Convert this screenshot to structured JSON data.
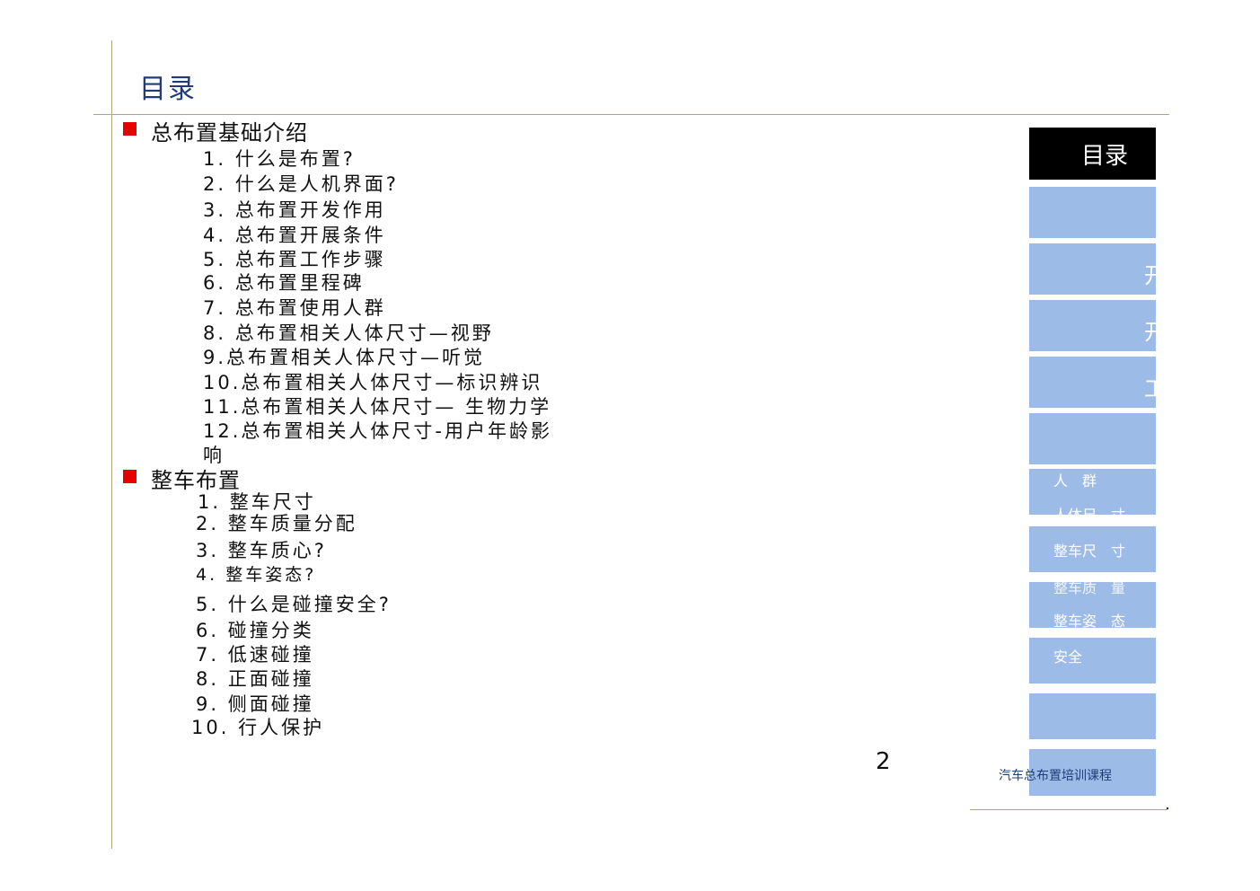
{
  "title": "目录",
  "sections": [
    {
      "title": "总布置基础介绍",
      "items": [
        {
          "num": "1.",
          "text": "什么是布置?"
        },
        {
          "num": "2.",
          "text": "什么是人机界面?"
        },
        {
          "num": "3.",
          "text": "总布置开发作用"
        },
        {
          "num": "4.",
          "text": "总布置开展条件"
        },
        {
          "num": "5.",
          "text": "总布置工作步骤"
        },
        {
          "num": "6.",
          "text": "总布置里程碑"
        },
        {
          "num": "7.",
          "text": "总布置使用人群"
        },
        {
          "num": "8.",
          "text": "总布置相关人体尺寸—视野"
        },
        {
          "num": "9.",
          "text": "总布置相关人体尺寸—听觉"
        },
        {
          "num": "10.",
          "text": "总布置相关人体尺寸—标识辨识"
        },
        {
          "num": "11.",
          "text": "总布置相关人体尺寸— 生物力学"
        },
        {
          "num": "12.",
          "text": "总布置相关人体尺寸-用户年龄影",
          "cont": "响"
        }
      ]
    },
    {
      "title": "整车布置",
      "items": [
        {
          "num": "1.",
          "text": "整车尺寸"
        },
        {
          "num": "2.",
          "text": "整车质量分配"
        },
        {
          "num": "3.",
          "text": "整车质心?"
        },
        {
          "num": "4.",
          "text": "整车姿态?"
        },
        {
          "num": "5.",
          "text": "什么是碰撞安全?"
        },
        {
          "num": "6.",
          "text": "碰撞分类"
        },
        {
          "num": "7.",
          "text": "低速碰撞"
        },
        {
          "num": "8.",
          "text": "正面碰撞"
        },
        {
          "num": "9.",
          "text": "侧面碰撞"
        },
        {
          "num": "10.",
          "text": "行人保护"
        }
      ]
    }
  ],
  "page_number": "2",
  "nav": {
    "header": "目录",
    "glyphs": [
      "开",
      "开",
      "工"
    ],
    "labels": [
      "人　群",
      "人体尺　寸",
      "整车尺　寸",
      "整车质　量",
      "整车姿　态",
      "安全"
    ]
  },
  "footer": "汽车总布置培训课程",
  "colors": {
    "accent": "#e60000",
    "title": "#1f3c78",
    "nav_box": "#9dbbe7",
    "rule": "#b5a27a"
  }
}
